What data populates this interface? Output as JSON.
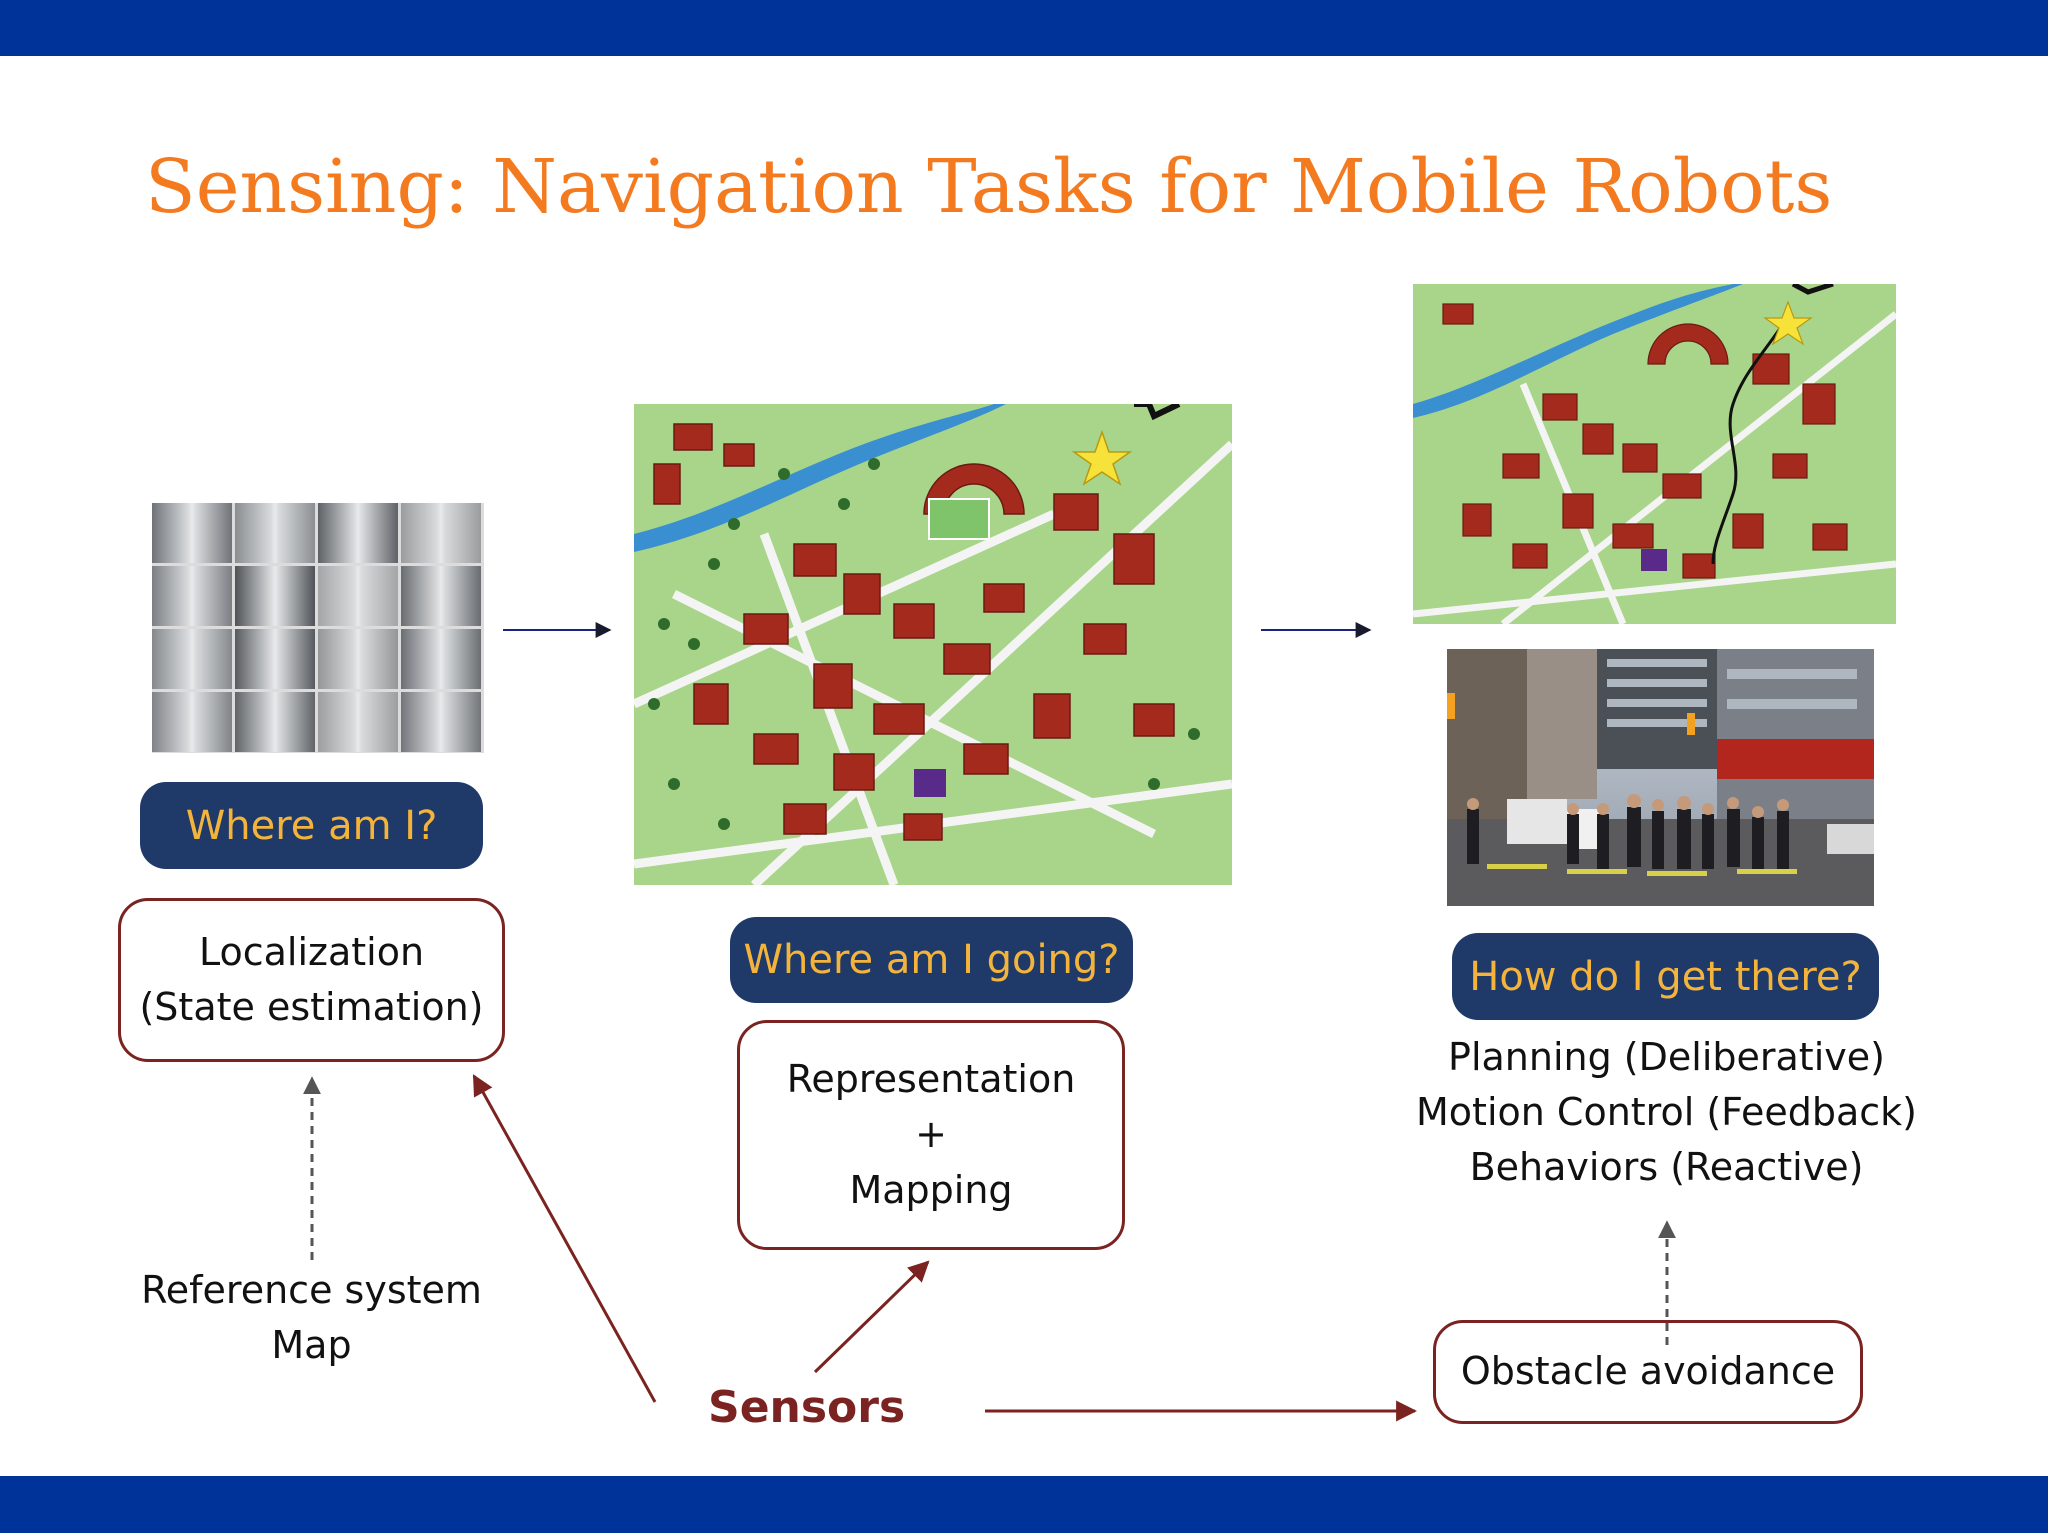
{
  "colors": {
    "bar": "#00339a",
    "title": "#f47a20",
    "pill_bg": "#1f3a68",
    "pill_text": "#f4b43c",
    "box_border": "#7a2320",
    "sensors_text": "#7a2320",
    "arrow_dark": "#1a237e",
    "arrow_red": "#7a2320",
    "map_green": "#9ccf7e",
    "map_building": "#a52a1e",
    "map_river": "#3a8fd0"
  },
  "slide": {
    "title": "Sensing: Navigation Tasks for Mobile Robots"
  },
  "questions": {
    "where_am_i": "Where am I?",
    "where_going": "Where am I going?",
    "how_get_there": "How do I get there?"
  },
  "localization": {
    "line1": "Localization",
    "line2": "(State estimation)"
  },
  "representation": {
    "line1": "Representation",
    "line2": "+",
    "line3": "Mapping"
  },
  "reference": {
    "line1": "Reference system",
    "line2": "Map"
  },
  "planning": {
    "line1": "Planning (Deliberative)",
    "line2": "Motion Control (Feedback)",
    "line3": "Behaviors (Reactive)"
  },
  "obstacle": {
    "label": "Obstacle avoidance"
  },
  "sensors": {
    "label": "Sensors"
  }
}
